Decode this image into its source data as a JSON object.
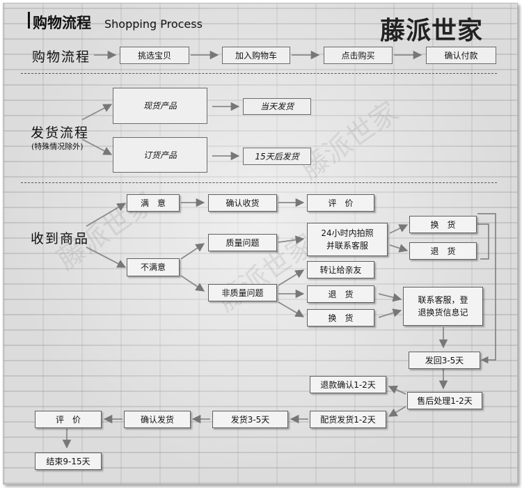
{
  "header": {
    "title_cn": "购物流程",
    "title_en": "Shopping Process",
    "brand": "藤派世家"
  },
  "section_purchase": {
    "label": "购物流程",
    "steps": [
      "挑选宝贝",
      "加入购物车",
      "点击购买",
      "确认付款"
    ]
  },
  "section_shipping": {
    "label": "发货流程",
    "note": "(特殊情况除外)",
    "in_stock": "现货产品",
    "in_stock_result": "当天发货",
    "preorder": "订货产品",
    "preorder_result": "15天后发货"
  },
  "section_receive": {
    "label": "收到商品",
    "satisfied": "满　意",
    "confirm_receipt": "确认收货",
    "review": "评　价",
    "unsatisfied": "不满意",
    "quality_issue": "质量问题",
    "photo_contact_line1": "24小时内拍照",
    "photo_contact_line2": "并联系客服",
    "exchange": "换　货",
    "return": "退　货",
    "non_quality_issue": "非质量问题",
    "transfer_friend": "转让给亲友",
    "return2": "退　货",
    "exchange2": "换　货",
    "contact_line1": "联系客服，登",
    "contact_line2": "退换货信息记",
    "send_back": "发回3-5天",
    "after_sales": "售后处理1-2天",
    "refund": "退款确认1-2天",
    "ship_restock": "配货发货1-2天",
    "shipping": "发货3-5天",
    "confirm_ship": "确认发货",
    "final_review": "评　价",
    "end": "结束9-15天"
  },
  "watermark_text": "藤派世家"
}
